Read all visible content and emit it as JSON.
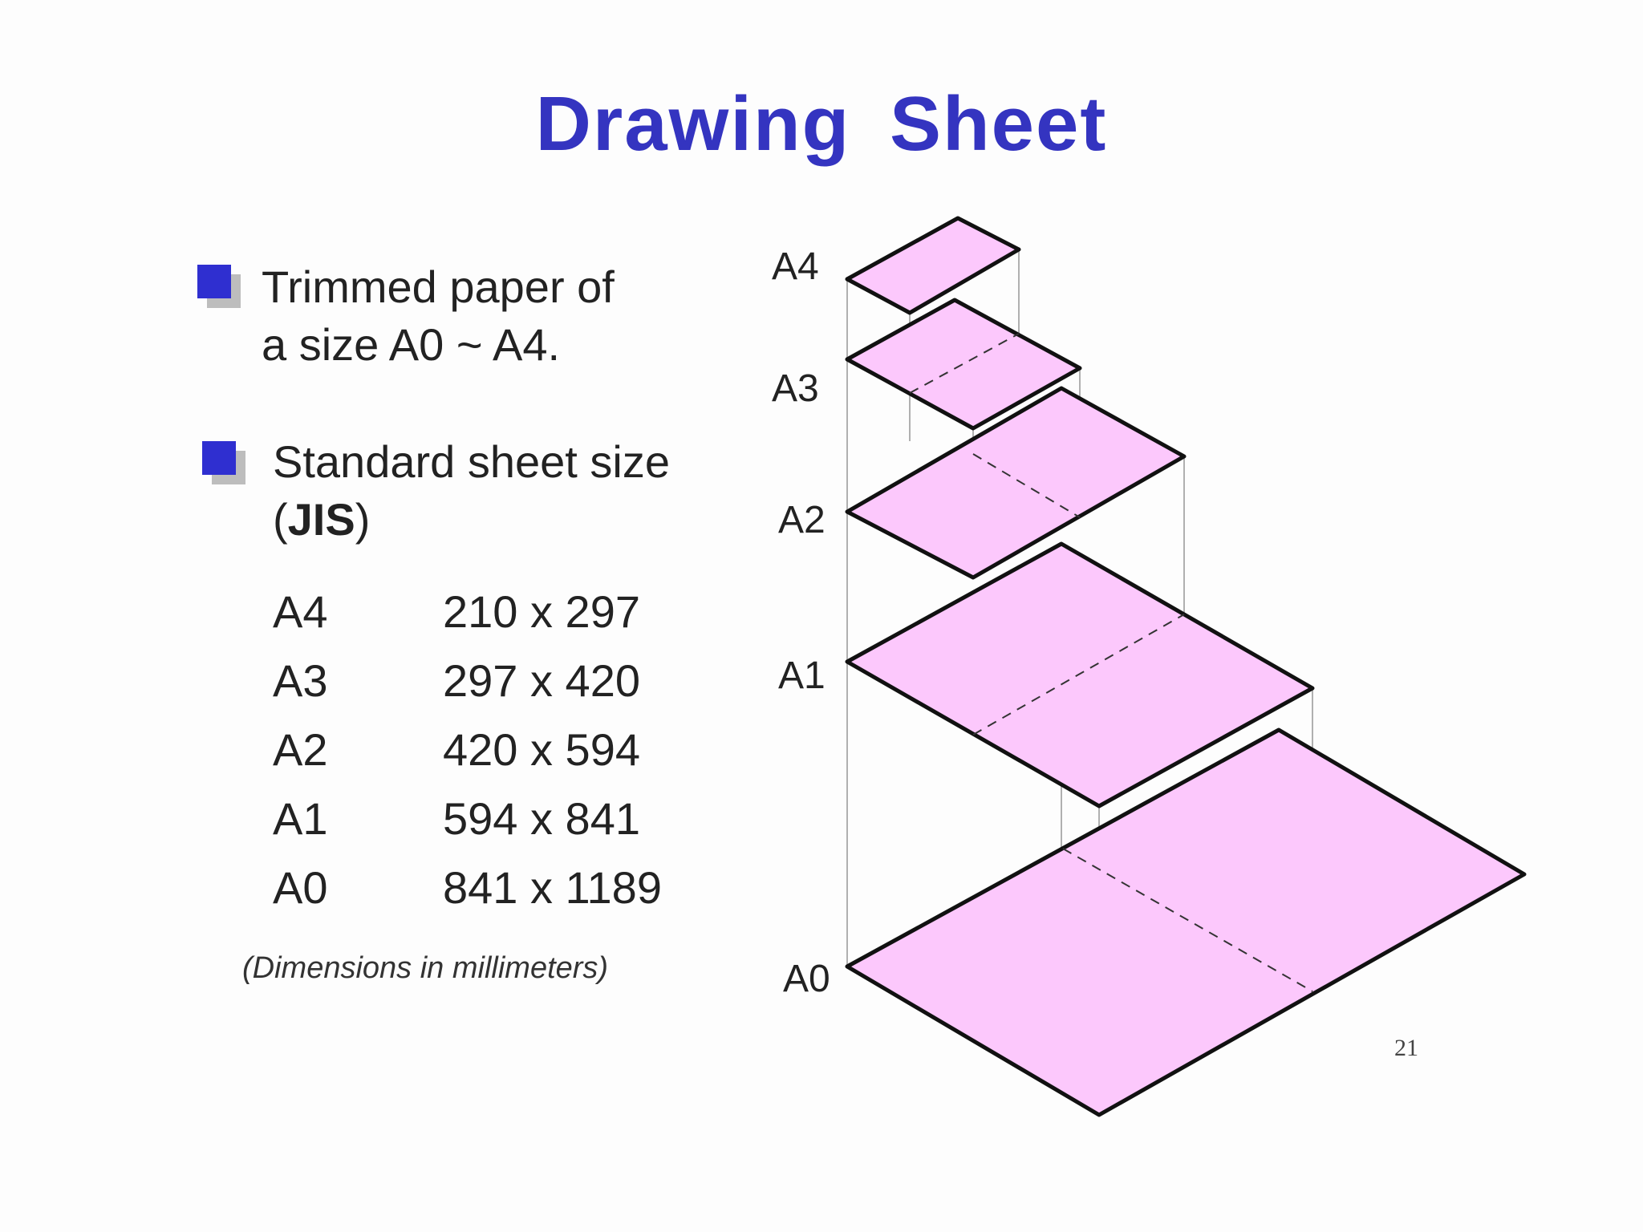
{
  "title": "Drawing Sheet",
  "bullets": [
    {
      "lines": [
        "Trimmed paper of",
        "a size A0 ~ A4."
      ]
    },
    {
      "line1": "Standard sheet size",
      "line2_open": "(",
      "line2_bold": "JIS",
      "line2_close": ")"
    }
  ],
  "sizes": [
    {
      "name": "A4",
      "dims": "210 x 297"
    },
    {
      "name": "A3",
      "dims": "297 x 420"
    },
    {
      "name": "A2",
      "dims": "420 x 594"
    },
    {
      "name": "A1",
      "dims": "594 x 841"
    },
    {
      "name": "A0",
      "dims": "841 x 1189"
    }
  ],
  "note": "(Dimensions in millimeters)",
  "diagram": {
    "labels": [
      "A4",
      "A3",
      "A2",
      "A1",
      "A0"
    ],
    "sheet_fill": "#fcc8fc",
    "outline_color": "#111111",
    "connector_color": "#b0b0b0"
  },
  "page_number": "21",
  "colors": {
    "title": "#3434c0",
    "bullet": "#2f2fd0",
    "bullet_shadow": "#bdbdbd"
  }
}
